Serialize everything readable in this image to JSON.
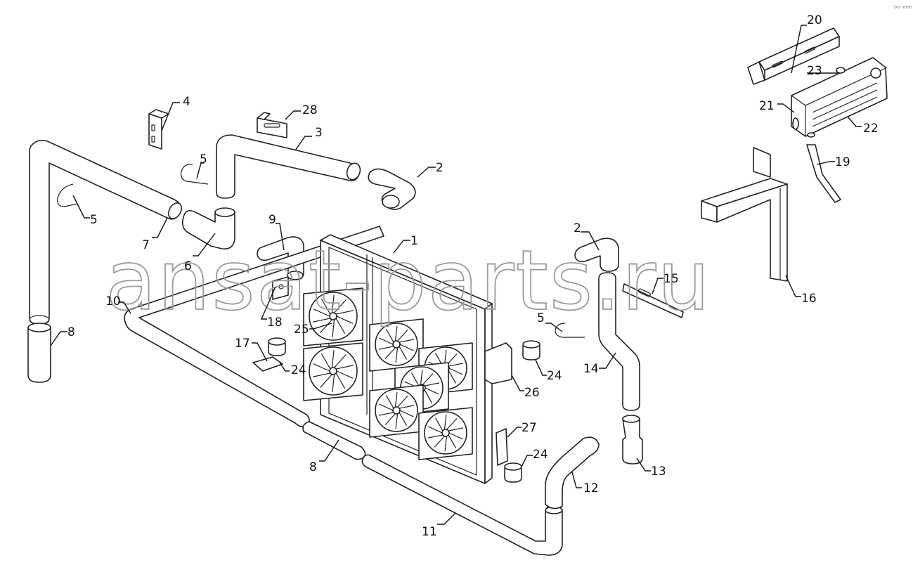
{
  "watermark": "ansat-parts.ru",
  "corner_mark": "▫▫ ▫▫▫",
  "callouts": [
    "1",
    "2",
    "2",
    "3",
    "4",
    "5",
    "5",
    "5",
    "6",
    "7",
    "8",
    "8",
    "9",
    "10",
    "11",
    "12",
    "13",
    "14",
    "15",
    "16",
    "17",
    "18",
    "19",
    "20",
    "21",
    "22",
    "23",
    "24",
    "24",
    "24",
    "25",
    "26",
    "27",
    "28"
  ]
}
